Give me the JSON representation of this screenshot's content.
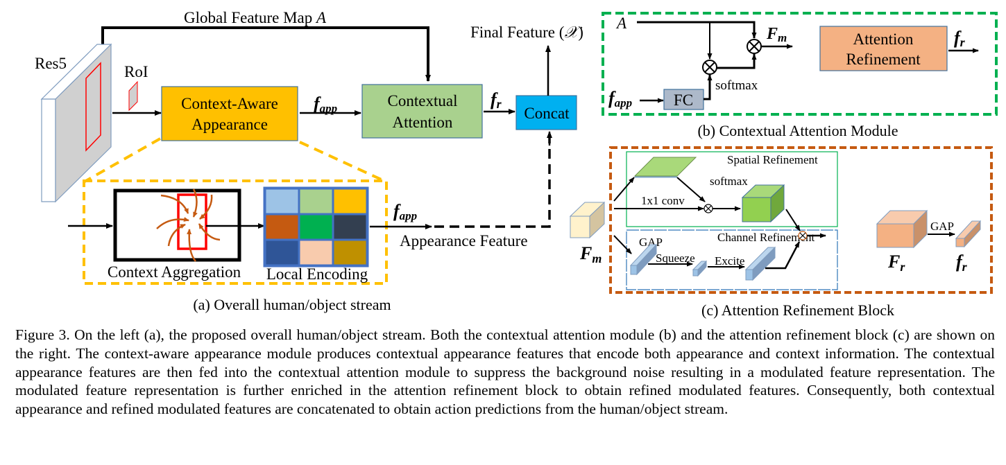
{
  "figure": {
    "panel_a": {
      "global_feature_map_label": "Global Feature Map",
      "global_feature_map_symbol": "A",
      "res5_label": "Res5",
      "roi_label": "RoI",
      "context_aware_box": [
        "Context-Aware",
        "Appearance"
      ],
      "f_app_symbol": "f",
      "f_app_subscript": "app",
      "contextual_attention_box": [
        "Contextual",
        "Attention"
      ],
      "f_r_symbol": "f",
      "f_r_subscript": "r",
      "concat_label": "Concat",
      "final_feature_label": "Final Feature (",
      "final_feature_symbol": "𝒳",
      "final_feature_close": ")",
      "context_aggregation_label": "Context Aggregation",
      "local_encoding_label": "Local Encoding",
      "appearance_feature_label": "Appearance Feature",
      "caption": "(a) Overall human/object stream",
      "local_encoding_grid_colors": [
        [
          "#9dc3e6",
          "#a9d18e",
          "#ffc000"
        ],
        [
          "#c55a11",
          "#00b050",
          "#333f50"
        ],
        [
          "#2f5597",
          "#f8cbad",
          "#bf9000"
        ]
      ],
      "colors": {
        "context_aware_fill": "#ffc000",
        "contextual_attention_fill": "#a9d18e",
        "concat_fill": "#00b0f0",
        "zoom_dash": "#ffc000",
        "roi_red": "#ff0000",
        "arrows_orange": "#c55a11"
      }
    },
    "panel_b": {
      "a_symbol": "A",
      "f_app_symbol": "f",
      "f_app_subscript": "app",
      "fc_label": "FC",
      "softmax_label": "softmax",
      "f_m_symbol": "F",
      "f_m_subscript": "m",
      "attention_refinement_box": [
        "Attention",
        "Refinement"
      ],
      "f_r_symbol": "f",
      "f_r_subscript": "r",
      "multiply_symbol": "⊗",
      "caption": "(b) Contextual Attention Module",
      "colors": {
        "border_dash": "#00b050",
        "fc_fill": "#adb9ca",
        "attention_refinement_fill": "#f4b183"
      }
    },
    "panel_c": {
      "spatial_refinement_label": "Spatial Refinement",
      "channel_refinement_label": "Channel Refinement",
      "softmax_label": "softmax",
      "conv_label": "1x1 conv",
      "gap_label": "GAP",
      "squeeze_label": "Squeeze",
      "excite_label": "Excite",
      "gap_out_label": "GAP",
      "f_m_symbol": "F",
      "f_m_subscript": "m",
      "F_r_symbol": "F",
      "F_r_subscript": "r",
      "f_r_symbol": "f",
      "f_r_subscript": "r",
      "multiply_symbol": "⊗",
      "caption": "(c) Attention Refinement Block",
      "colors": {
        "border_dash": "#c55a11",
        "spatial_border": "#00b050",
        "channel_border": "#2e75b6",
        "green_cube": "#92d050",
        "blue_bar": "#9dc3e6",
        "fm_cube": "#fff2cc",
        "fr_cube": "#f4b183"
      }
    }
  },
  "caption": {
    "text": "Figure 3. On the left (a), the proposed overall human/object stream.  Both the contextual attention module (b) and the attention refinement block (c) are shown on the right. The context-aware appearance module produces contextual appearance features that encode both appearance and context information. The contextual appearance features are then fed into the contextual attention module to suppress the background noise resulting in a modulated feature representation. The modulated feature representation is further enriched in the attention refinement block to obtain refined modulated features. Consequently, both contextual appearance and refined modulated features are concatenated to obtain action predictions from the human/object stream.",
    "lines": [
      "Figure 3. On the left (a), the proposed overall human/object stream.  Both the contextual attention module (b) and the attention refine-",
      "ment block (c) are shown on the right. The context-aware appearance module produces contextual appearance features that encode both",
      "appearance and context information. The contextual appearance features are then fed into the contextual attention module to suppress the",
      "background noise resulting in a modulated feature representation. The modulated feature representation is further enriched in the atten-",
      "tion refinement block to obtain refined modulated features. Consequently, both contextual appearance and refined modulated features are",
      "concatenated to obtain action predictions from the human/object stream."
    ]
  }
}
